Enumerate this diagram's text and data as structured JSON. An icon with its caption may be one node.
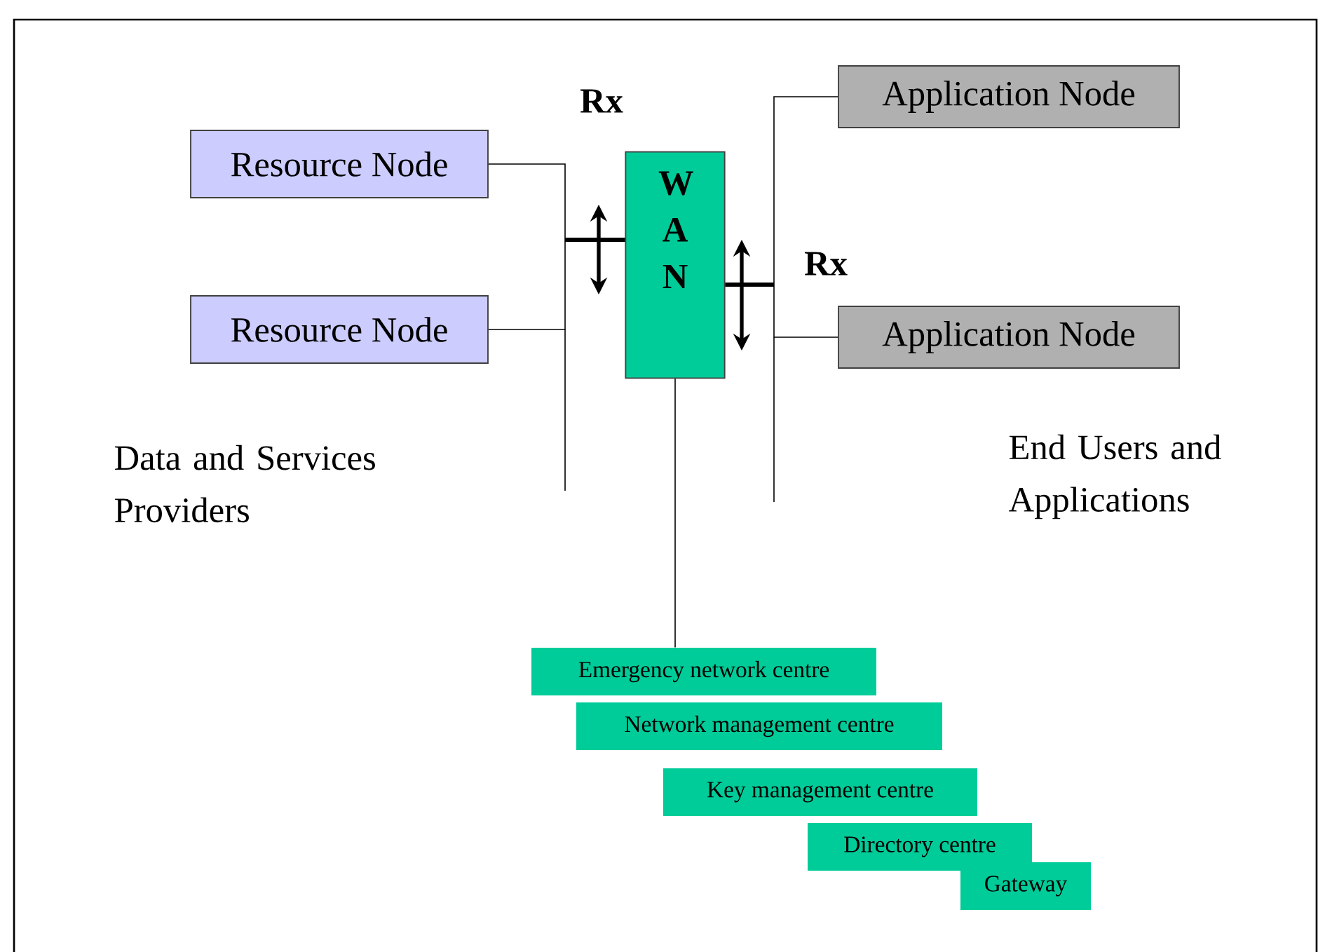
{
  "diagram": {
    "nodes": [
      {
        "text": [
          "Resource Node"
        ]
      },
      {
        "text": [
          "Resource Node"
        ]
      },
      {
        "text": [
          "W A N"
        ]
      },
      {
        "text": [
          "Application Node"
        ]
      },
      {
        "text": [
          "Application Node"
        ]
      },
      {
        "text": [
          "Emergency network centre"
        ]
      },
      {
        "text": [
          "Network management centre"
        ]
      },
      {
        "text": [
          "Key management centre"
        ]
      },
      {
        "text": [
          "Directory centre"
        ]
      },
      {
        "text": [
          "Gateway"
        ]
      }
    ],
    "edges": [
      {
        "from": 0,
        "to": 2,
        "arrow": "none"
      },
      {
        "from": 1,
        "to": 2,
        "arrow": "none"
      },
      {
        "from": 3,
        "to": 2,
        "arrow": "none"
      },
      {
        "from": 4,
        "to": 2,
        "arrow": "none"
      },
      {
        "from": 2,
        "to": 5,
        "arrow": "none"
      }
    ],
    "labels": [
      "Rx",
      "Rx",
      "Data and Services Providers",
      "End Users and Applications"
    ]
  }
}
